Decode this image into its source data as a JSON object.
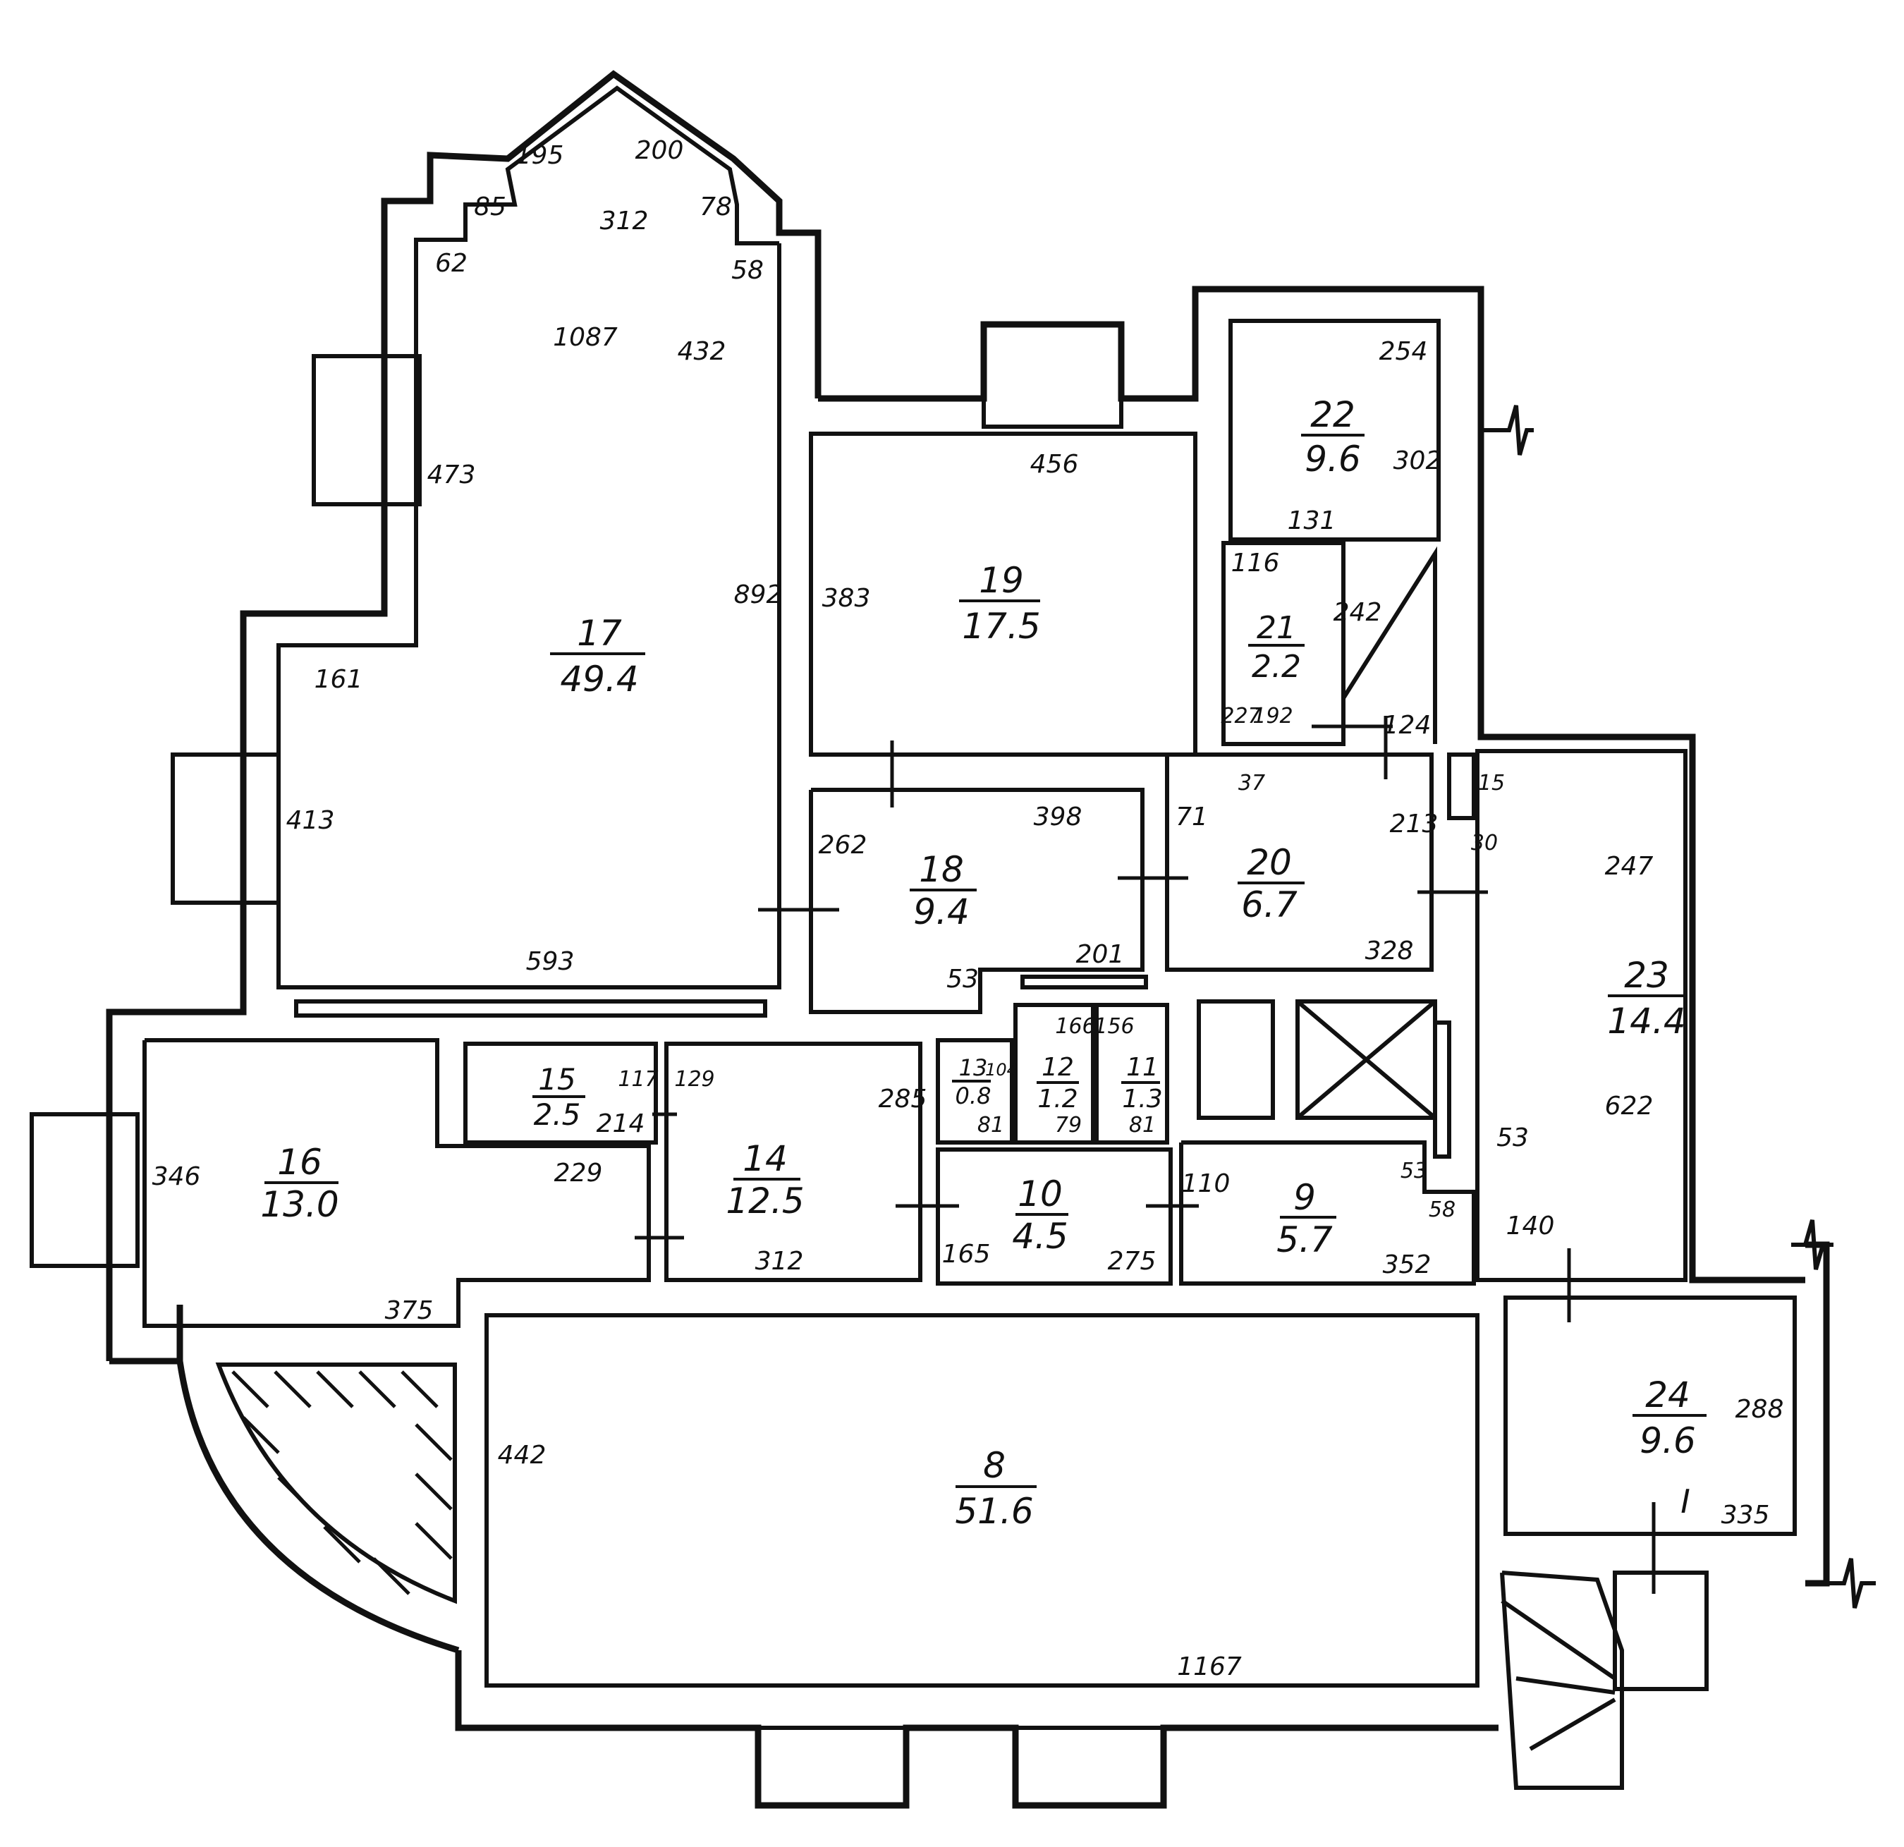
{
  "rooms": [
    {
      "num": "8",
      "area": "51.6"
    },
    {
      "num": "9",
      "area": "5.7"
    },
    {
      "num": "10",
      "area": "4.5"
    },
    {
      "num": "11",
      "area": "1.3"
    },
    {
      "num": "12",
      "area": "1.2"
    },
    {
      "num": "13",
      "area": "0.8"
    },
    {
      "num": "14",
      "area": "12.5"
    },
    {
      "num": "15",
      "area": "2.5"
    },
    {
      "num": "16",
      "area": "13.0"
    },
    {
      "num": "17",
      "area": "49.4"
    },
    {
      "num": "18",
      "area": "9.4"
    },
    {
      "num": "19",
      "area": "17.5"
    },
    {
      "num": "20",
      "area": "6.7"
    },
    {
      "num": "21",
      "area": "2.2"
    },
    {
      "num": "22",
      "area": "9.6"
    },
    {
      "num": "23",
      "area": "14.4"
    },
    {
      "num": "24",
      "area": "9.6"
    }
  ],
  "dims": [
    "195",
    "200",
    "85",
    "312",
    "78",
    "62",
    "58",
    "1087",
    "432",
    "473",
    "161",
    "892",
    "413",
    "593",
    "456",
    "383",
    "254",
    "302",
    "131",
    "116",
    "242",
    "227",
    "192",
    "124",
    "398",
    "262",
    "201",
    "53",
    "37",
    "71",
    "213",
    "15",
    "30",
    "328",
    "247",
    "622",
    "117",
    "129",
    "214",
    "229",
    "285",
    "166",
    "156",
    "104",
    "81",
    "79",
    "81",
    "346",
    "110",
    "53",
    "58",
    "140",
    "165",
    "275",
    "352",
    "312",
    "375",
    "442",
    "1167",
    "288",
    "335",
    "I",
    "53"
  ]
}
